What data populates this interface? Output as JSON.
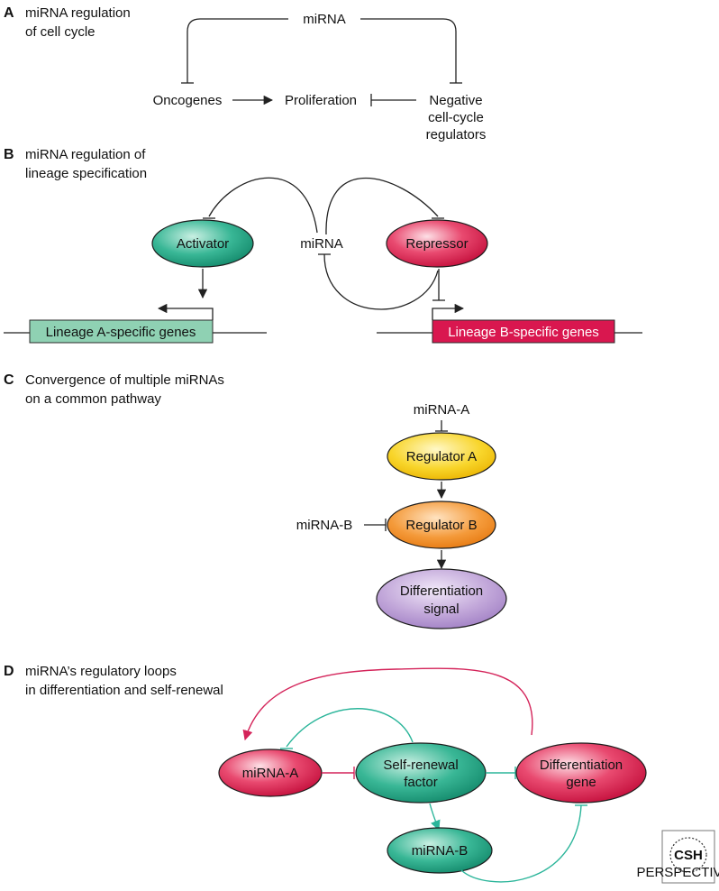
{
  "panels": {
    "a": {
      "letter": "A",
      "title_line1": "miRNA regulation",
      "title_line2": "of cell cycle",
      "mirna": "miRNA",
      "oncogenes": "Oncogenes",
      "proliferation": "Proliferation",
      "neg_line1": "Negative",
      "neg_line2": "cell-cycle",
      "neg_line3": "regulators"
    },
    "b": {
      "letter": "B",
      "title_line1": "miRNA regulation of",
      "title_line2": "lineage specification",
      "activator": "Activator",
      "mirna": "miRNA",
      "repressor": "Repressor",
      "gene_a": "Lineage A-specific genes",
      "gene_b": "Lineage B-specific genes"
    },
    "c": {
      "letter": "C",
      "title_line1": "Convergence of multiple miRNAs",
      "title_line2": "on a common pathway",
      "mirna_a": "miRNA-A",
      "regulator_a": "Regulator A",
      "mirna_b": "miRNA-B",
      "regulator_b": "Regulator B",
      "diff_line1": "Differentiation",
      "diff_line2": "signal"
    },
    "d": {
      "letter": "D",
      "title_line1": "miRNA’s regulatory loops",
      "title_line2": "in differentiation and self-renewal",
      "mirna_a": "miRNA-A",
      "self_line1": "Self-renewal",
      "self_line2": "factor",
      "diff_line1": "Differentiation",
      "diff_line2": "gene",
      "mirna_b": "miRNA-B"
    }
  },
  "logo": {
    "text_main": "CSH",
    "text_sub": "PERSPECTIVES"
  },
  "colors": {
    "teal": "#2bb59a",
    "red": "#d4245a",
    "gene_a_fill": "#8fd1b3",
    "gene_b_fill": "#d9174f",
    "yellow": "#f4c400",
    "orange": "#f08a1c",
    "purple": "#b596cf"
  }
}
